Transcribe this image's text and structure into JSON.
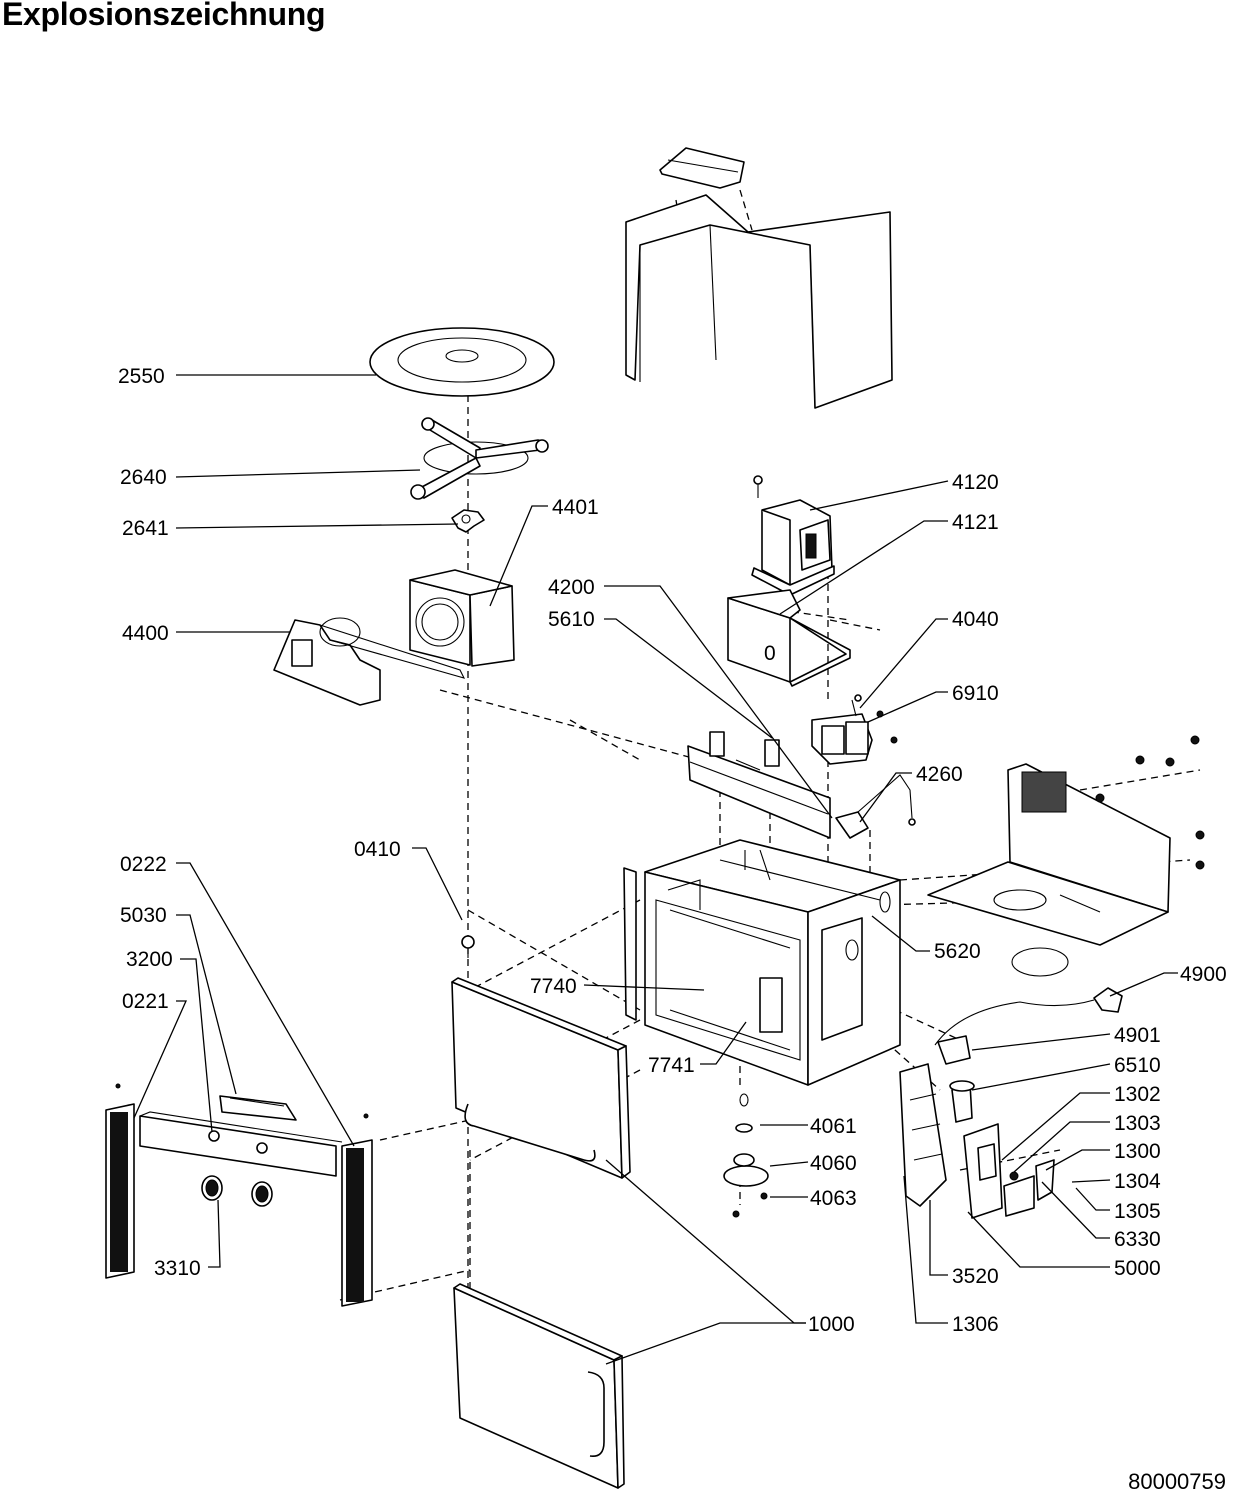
{
  "header": {
    "title": "Explosionszeichnung"
  },
  "footer": {
    "document_number": "80000759"
  },
  "parts": [
    {
      "id": "p2550",
      "number": "2550"
    },
    {
      "id": "p2640",
      "number": "2640"
    },
    {
      "id": "p2641",
      "number": "2641"
    },
    {
      "id": "p4401",
      "number": "4401"
    },
    {
      "id": "p4400",
      "number": "4400"
    },
    {
      "id": "p4120",
      "number": "4120"
    },
    {
      "id": "p4121",
      "number": "4121"
    },
    {
      "id": "p4200",
      "number": "4200"
    },
    {
      "id": "p5610",
      "number": "5610"
    },
    {
      "id": "p4040",
      "number": "4040"
    },
    {
      "id": "p6910",
      "number": "6910"
    },
    {
      "id": "p4260",
      "number": "4260"
    },
    {
      "id": "p0410",
      "number": "0410"
    },
    {
      "id": "p0222",
      "number": "0222"
    },
    {
      "id": "p5030",
      "number": "5030"
    },
    {
      "id": "p3200",
      "number": "3200"
    },
    {
      "id": "p0221",
      "number": "0221"
    },
    {
      "id": "p5620",
      "number": "5620"
    },
    {
      "id": "p4900",
      "number": "4900"
    },
    {
      "id": "p7740",
      "number": "7740"
    },
    {
      "id": "p4901",
      "number": "4901"
    },
    {
      "id": "p6510",
      "number": "6510"
    },
    {
      "id": "p7741",
      "number": "7741"
    },
    {
      "id": "p1302",
      "number": "1302"
    },
    {
      "id": "p1303",
      "number": "1303"
    },
    {
      "id": "p4061",
      "number": "4061"
    },
    {
      "id": "p1300",
      "number": "1300"
    },
    {
      "id": "p4060",
      "number": "4060"
    },
    {
      "id": "p1304",
      "number": "1304"
    },
    {
      "id": "p4063",
      "number": "4063"
    },
    {
      "id": "p1305",
      "number": "1305"
    },
    {
      "id": "p6330",
      "number": "6330"
    },
    {
      "id": "p3310",
      "number": "3310"
    },
    {
      "id": "p3520",
      "number": "3520"
    },
    {
      "id": "p5000",
      "number": "5000"
    },
    {
      "id": "p1000",
      "number": "1000"
    },
    {
      "id": "p1306",
      "number": "1306"
    }
  ]
}
